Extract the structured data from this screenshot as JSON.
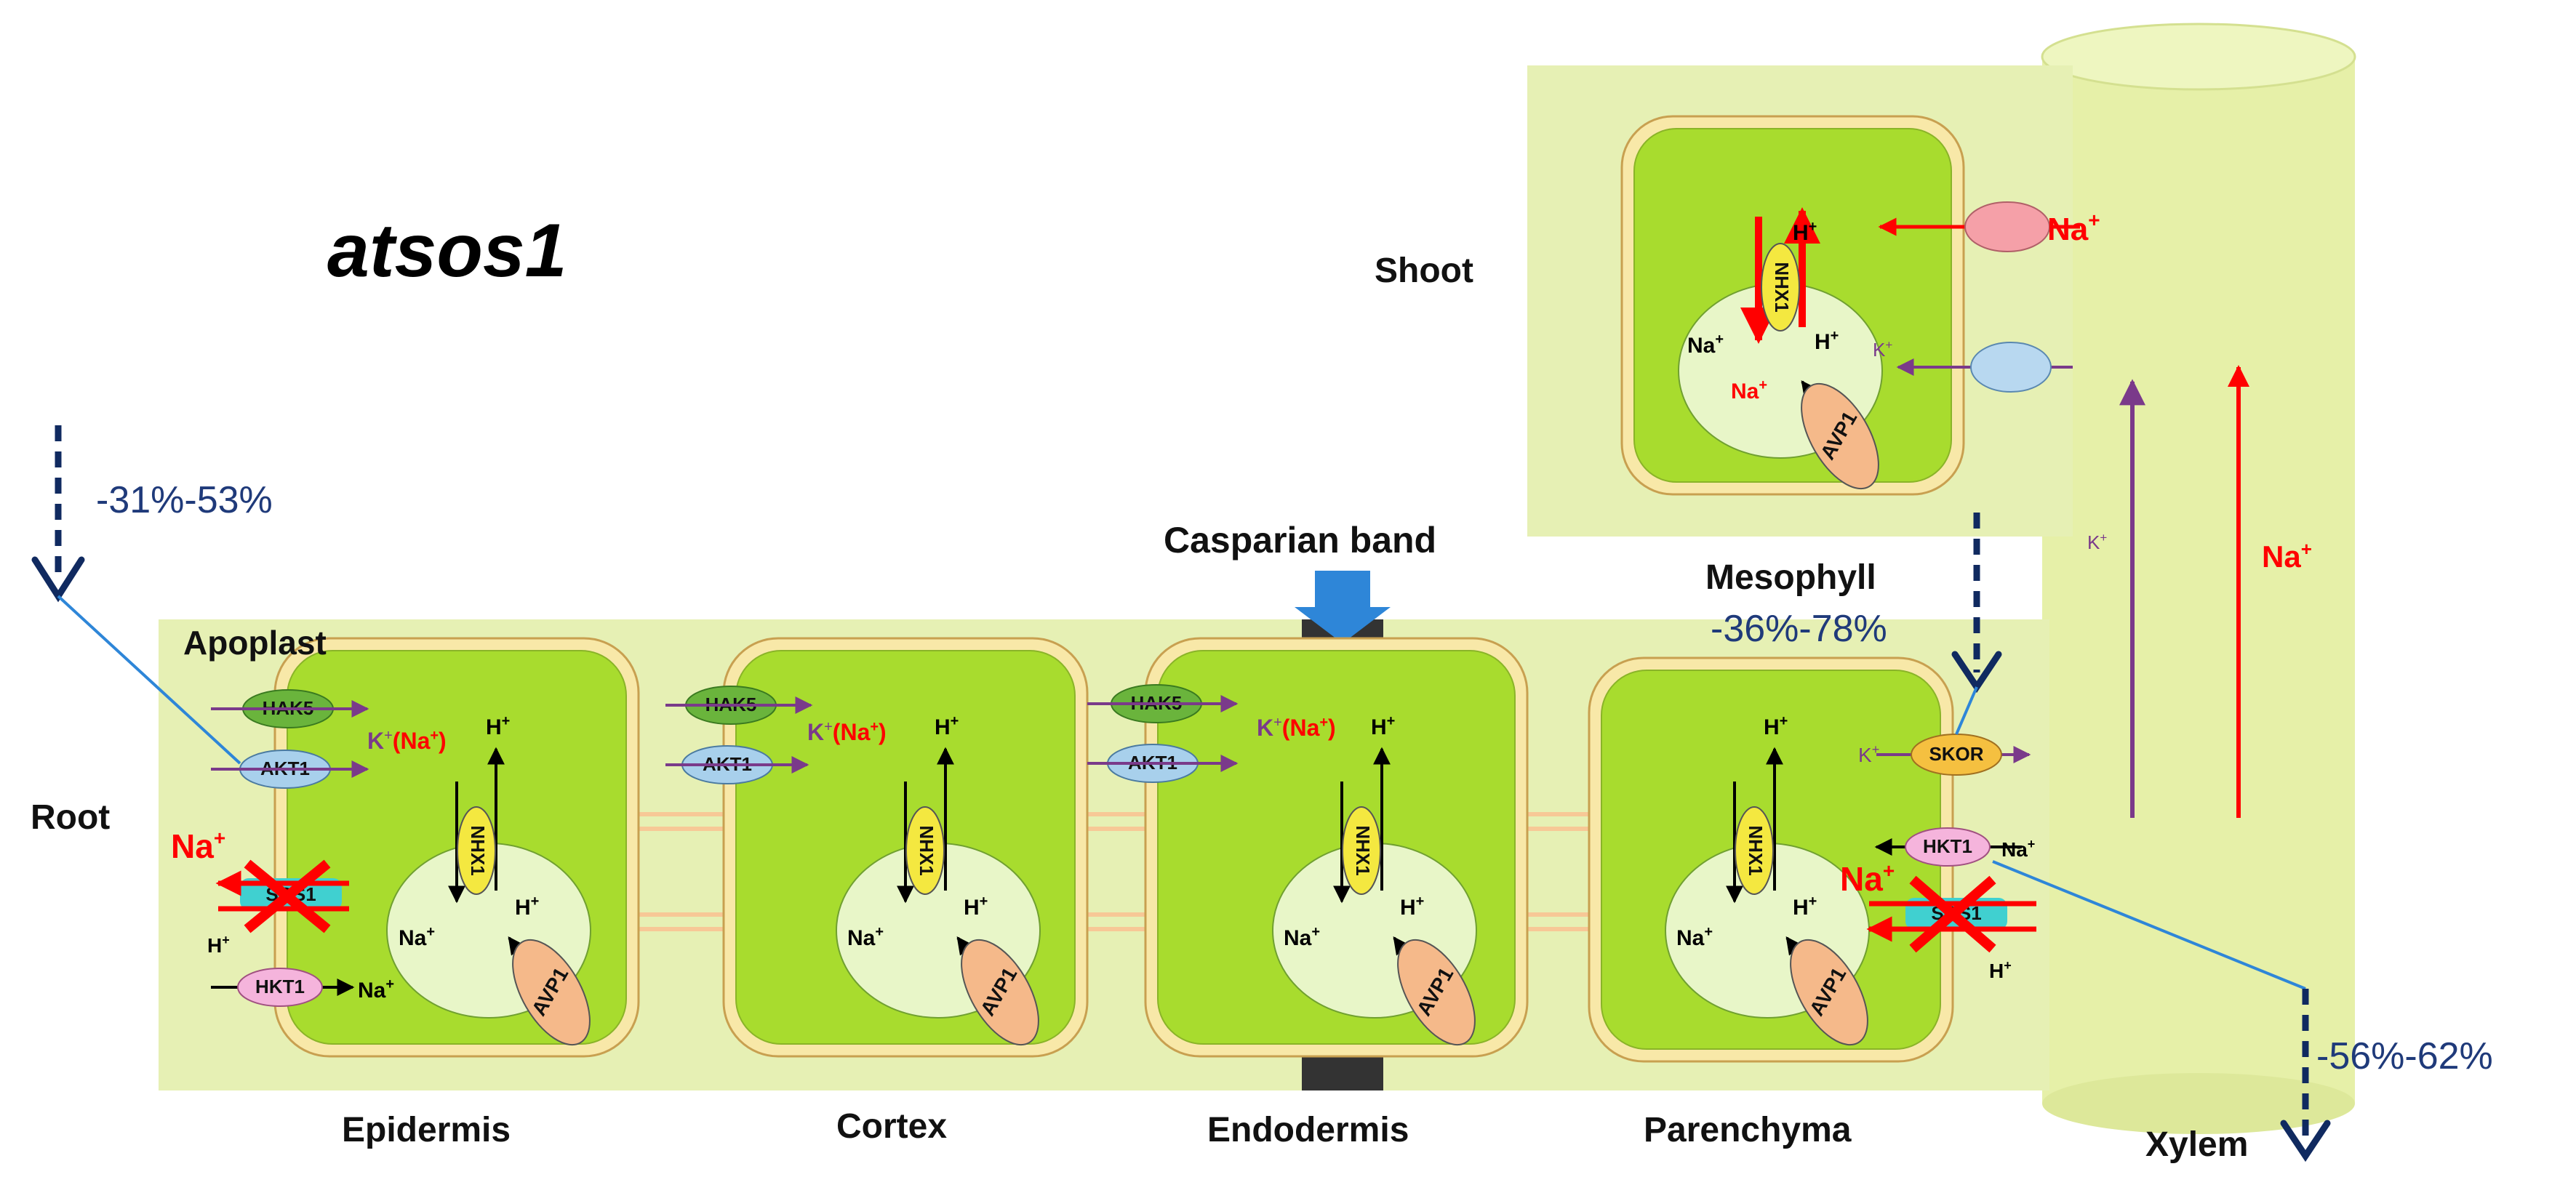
{
  "title": "atsos1",
  "labels": {
    "shoot": "Shoot",
    "root": "Root",
    "apoplast": "Apoplast",
    "casparian_band": "Casparian band",
    "mesophyll": "Mesophyll",
    "epidermis": "Epidermis",
    "cortex": "Cortex",
    "endodermis": "Endodermis",
    "parenchyma": "Parenchyma",
    "xylem": "Xylem"
  },
  "percentages": {
    "root_uptake": "-31%-53%",
    "mesophyll": "-36%-78%",
    "xylem": "-56%-62%"
  },
  "proteins": {
    "hak5": "HAK5",
    "akt1": "AKT1",
    "nhx1": "NHX1",
    "avp1": "AVP1",
    "sos1": "SOS1",
    "hkt1": "HKT1",
    "skor": "SKOR"
  },
  "ions": {
    "na": "Na",
    "k": "K",
    "h": "H",
    "plus": "+",
    "k_na_paren": "(Na",
    "close_paren": ")"
  },
  "colors": {
    "tissue_band": "#e6f0b4",
    "cell_fill": "#a8dc2e",
    "vacuole": "#e8f6c8",
    "red_arrow": "#ff0000",
    "purple_arrow": "#7a3a8a",
    "percent_text": "#1f3a7a",
    "hak5": "#6ab43c",
    "akt1": "#a8d0ec",
    "nhx1": "#f4e840",
    "avp1": "#f5b98a",
    "hkt1": "#f5b4dc",
    "skor": "#f5c040",
    "sos1": "#40d0d0"
  }
}
